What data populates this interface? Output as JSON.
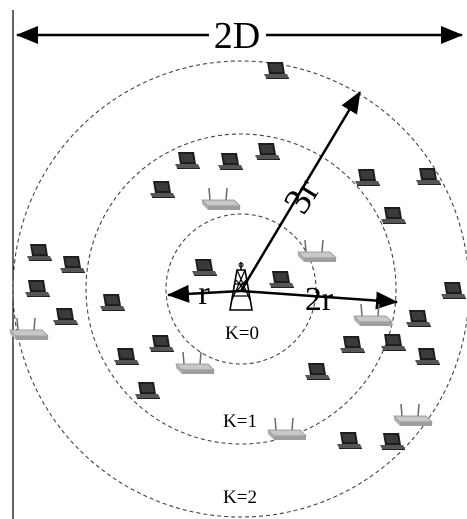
{
  "width_label": "2D",
  "radius_labels": [
    "r",
    "2r",
    "3r"
  ],
  "zone_labels": [
    "K=0",
    "K=1",
    "K=2"
  ],
  "laptop_icon": "laptop-icon",
  "router_icon": "wireless-router-icon",
  "tower_icon": "base-station-tower-icon"
}
